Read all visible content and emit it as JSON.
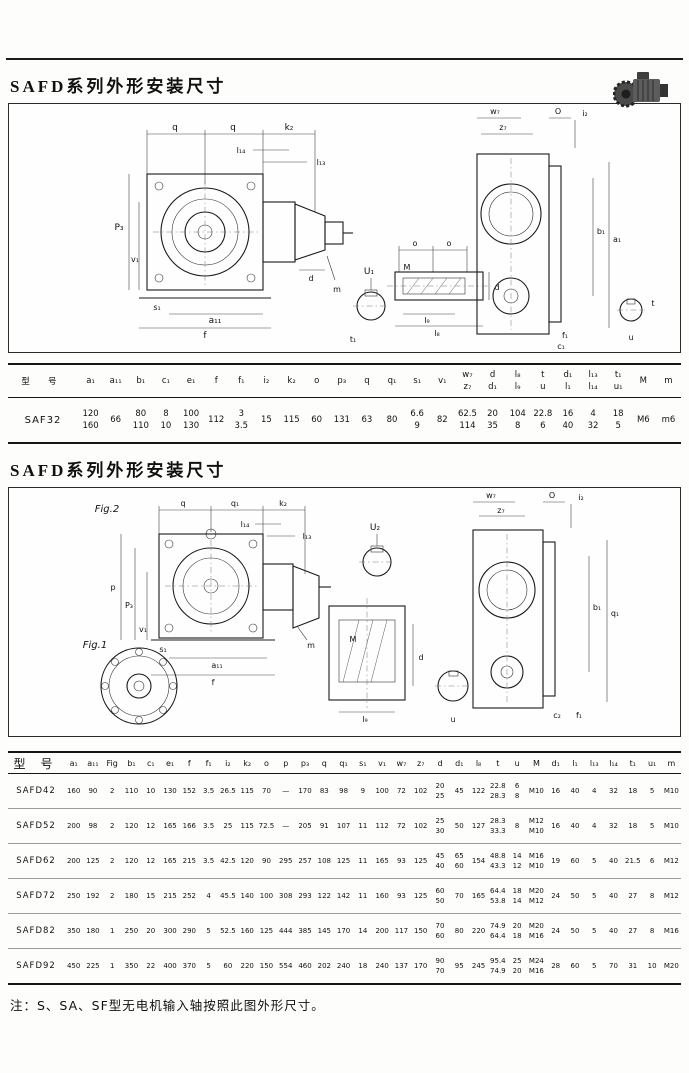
{
  "page": {
    "note": "注：S、SA、SF型无电机输入轴按照此图外形尺寸。"
  },
  "sections": [
    {
      "title": "SAFD系列外形安装尺寸"
    },
    {
      "title": "SAFD系列外形安装尺寸"
    }
  ],
  "diagram1": {
    "labels": {
      "qa": "q",
      "qb": "q",
      "k2": "k₂",
      "l14": "l₁₄",
      "l13": "l₁₃",
      "u1": "U₁",
      "t1": "t₁",
      "p3": "P₃",
      "v1": "v₁",
      "s1": "s₁",
      "a11": "a₁₁",
      "f": "f",
      "d": "d",
      "m": "m",
      "oa": "o",
      "ob": "o",
      "M": "M",
      "l9": "l₉",
      "l8": "l₈",
      "w7": "w₇",
      "z7": "z₇",
      "O": "O",
      "i2": "i₂",
      "b1": "b₁",
      "a1": "a₁",
      "f1": "f₁",
      "c1": "c₁",
      "t": "t",
      "u": "u"
    }
  },
  "diagram2": {
    "labels": {
      "fig2": "Fig.2",
      "fig1": "Fig.1",
      "q": "q",
      "q1": "q₁",
      "k2": "k₂",
      "l13": "l₁₃",
      "l14": "l₁₄",
      "u2": "U₂",
      "p": "p",
      "p3": "P₃",
      "v1": "v₁",
      "s1": "s₁",
      "a11": "a₁₁",
      "f": "f",
      "m": "m",
      "M": "M",
      "l9": "l₉",
      "d": "d",
      "u": "u",
      "w7": "w₇",
      "z7": "z₇",
      "O": "O",
      "i2": "i₂",
      "b1": "b₁",
      "q1r": "q₁",
      "c2": "c₂",
      "f1": "f₁"
    }
  },
  "table1": {
    "model_header": "型 号",
    "columns": [
      {
        "top": "a₁",
        "bottom": ""
      },
      {
        "top": "a₁₁",
        "bottom": ""
      },
      {
        "top": "b₁",
        "bottom": ""
      },
      {
        "top": "c₁",
        "bottom": ""
      },
      {
        "top": "e₁",
        "bottom": ""
      },
      {
        "top": "f",
        "bottom": ""
      },
      {
        "top": "f₁",
        "bottom": ""
      },
      {
        "top": "i₂",
        "bottom": ""
      },
      {
        "top": "k₂",
        "bottom": ""
      },
      {
        "top": "o",
        "bottom": ""
      },
      {
        "top": "p₃",
        "bottom": ""
      },
      {
        "top": "q",
        "bottom": ""
      },
      {
        "top": "q₁",
        "bottom": ""
      },
      {
        "top": "s₁",
        "bottom": ""
      },
      {
        "top": "v₁",
        "bottom": ""
      },
      {
        "top": "w₇",
        "bottom": "z₇"
      },
      {
        "top": "d",
        "bottom": "d₁"
      },
      {
        "top": "l₈",
        "bottom": "l₉"
      },
      {
        "top": "t",
        "bottom": "u"
      },
      {
        "top": "d₁",
        "bottom": "l₁"
      },
      {
        "top": "l₁₃",
        "bottom": "l₁₄"
      },
      {
        "top": "t₁",
        "bottom": "u₁"
      },
      {
        "top": "M",
        "bottom": ""
      },
      {
        "top": "m",
        "bottom": ""
      }
    ],
    "rows": [
      {
        "model": "SAF32",
        "cells": [
          {
            "top": "120",
            "bottom": "160"
          },
          {
            "top": "66",
            "bottom": ""
          },
          {
            "top": "80",
            "bottom": "110"
          },
          {
            "top": "8",
            "bottom": "10"
          },
          {
            "top": "100",
            "bottom": "130"
          },
          {
            "top": "112",
            "bottom": ""
          },
          {
            "top": "3",
            "bottom": "3.5"
          },
          {
            "top": "15",
            "bottom": ""
          },
          {
            "top": "115",
            "bottom": ""
          },
          {
            "top": "60",
            "bottom": ""
          },
          {
            "top": "131",
            "bottom": ""
          },
          {
            "top": "63",
            "bottom": ""
          },
          {
            "top": "80",
            "bottom": ""
          },
          {
            "top": "6.6",
            "bottom": "9"
          },
          {
            "top": "82",
            "bottom": ""
          },
          {
            "top": "62.5",
            "bottom": "114"
          },
          {
            "top": "20",
            "bottom": "35"
          },
          {
            "top": "104",
            "bottom": "8"
          },
          {
            "top": "22.8",
            "bottom": "6"
          },
          {
            "top": "16",
            "bottom": "40"
          },
          {
            "top": "4",
            "bottom": "32"
          },
          {
            "top": "18",
            "bottom": "5"
          },
          {
            "top": "M6",
            "bottom": ""
          },
          {
            "top": "m6",
            "bottom": ""
          }
        ]
      }
    ]
  },
  "table2": {
    "model_header": "型 号",
    "columns": [
      "a₁",
      "a₁₁",
      "Fig",
      "b₁",
      "c₁",
      "e₁",
      "f",
      "f₁",
      "i₂",
      "k₂",
      "o",
      "p",
      "p₃",
      "q",
      "q₁",
      "s₁",
      "v₁",
      "w₇",
      "z₇",
      "d",
      "d₁",
      "l₈",
      "t",
      "u",
      "M",
      "d₁",
      "l₁",
      "l₁₃",
      "l₁₄",
      "t₁",
      "u₁",
      "m"
    ],
    "rows": [
      {
        "model": "SAFD42",
        "cells": [
          [
            "160"
          ],
          [
            "90"
          ],
          [
            "2"
          ],
          [
            "110"
          ],
          [
            "10"
          ],
          [
            "130"
          ],
          [
            "152"
          ],
          [
            "3.5"
          ],
          [
            "26.5"
          ],
          [
            "115"
          ],
          [
            "70"
          ],
          [
            "—"
          ],
          [
            "170"
          ],
          [
            "83"
          ],
          [
            "98"
          ],
          [
            "9"
          ],
          [
            "100"
          ],
          [
            "72"
          ],
          [
            "102"
          ],
          [
            "20",
            "25"
          ],
          [
            "45"
          ],
          [
            "122"
          ],
          [
            "22.8",
            "28.3"
          ],
          [
            "6",
            "8"
          ],
          [
            "M10"
          ],
          [
            "16"
          ],
          [
            "40"
          ],
          [
            "4"
          ],
          [
            "32"
          ],
          [
            "18"
          ],
          [
            "5"
          ],
          [
            "M10"
          ]
        ]
      },
      {
        "model": "SAFD52",
        "cells": [
          [
            "200"
          ],
          [
            "98"
          ],
          [
            "2"
          ],
          [
            "120"
          ],
          [
            "12"
          ],
          [
            "165"
          ],
          [
            "166"
          ],
          [
            "3.5"
          ],
          [
            "25"
          ],
          [
            "115"
          ],
          [
            "72.5"
          ],
          [
            "—"
          ],
          [
            "205"
          ],
          [
            "91"
          ],
          [
            "107"
          ],
          [
            "11"
          ],
          [
            "112"
          ],
          [
            "72"
          ],
          [
            "102"
          ],
          [
            "25",
            "30"
          ],
          [
            "50"
          ],
          [
            "127"
          ],
          [
            "28.3",
            "33.3"
          ],
          [
            "8"
          ],
          [
            "M12",
            "M10"
          ],
          [
            "16"
          ],
          [
            "40"
          ],
          [
            "4"
          ],
          [
            "32"
          ],
          [
            "18"
          ],
          [
            "5"
          ],
          [
            "M10"
          ]
        ]
      },
      {
        "model": "SAFD62",
        "cells": [
          [
            "200"
          ],
          [
            "125"
          ],
          [
            "2"
          ],
          [
            "120"
          ],
          [
            "12"
          ],
          [
            "165"
          ],
          [
            "215"
          ],
          [
            "3.5"
          ],
          [
            "42.5"
          ],
          [
            "120"
          ],
          [
            "90"
          ],
          [
            "295"
          ],
          [
            "257"
          ],
          [
            "108"
          ],
          [
            "125"
          ],
          [
            "11"
          ],
          [
            "165"
          ],
          [
            "93"
          ],
          [
            "125"
          ],
          [
            "45",
            "40"
          ],
          [
            "65",
            "60"
          ],
          [
            "154"
          ],
          [
            "48.8",
            "43.3"
          ],
          [
            "14",
            "12"
          ],
          [
            "M16",
            "M10"
          ],
          [
            "19"
          ],
          [
            "60"
          ],
          [
            "5"
          ],
          [
            "40"
          ],
          [
            "21.5"
          ],
          [
            "6"
          ],
          [
            "M12"
          ]
        ]
      },
      {
        "model": "SAFD72",
        "cells": [
          [
            "250"
          ],
          [
            "192"
          ],
          [
            "2"
          ],
          [
            "180"
          ],
          [
            "15"
          ],
          [
            "215"
          ],
          [
            "252"
          ],
          [
            "4"
          ],
          [
            "45.5"
          ],
          [
            "140"
          ],
          [
            "100"
          ],
          [
            "308"
          ],
          [
            "293"
          ],
          [
            "122"
          ],
          [
            "142"
          ],
          [
            "11"
          ],
          [
            "160"
          ],
          [
            "93"
          ],
          [
            "125"
          ],
          [
            "60",
            "50"
          ],
          [
            "70"
          ],
          [
            "165"
          ],
          [
            "64.4",
            "53.8"
          ],
          [
            "18",
            "14"
          ],
          [
            "M20",
            "M12"
          ],
          [
            "24"
          ],
          [
            "50"
          ],
          [
            "5"
          ],
          [
            "40"
          ],
          [
            "27"
          ],
          [
            "8"
          ],
          [
            "M12"
          ]
        ]
      },
      {
        "model": "SAFD82",
        "cells": [
          [
            "350"
          ],
          [
            "180"
          ],
          [
            "1"
          ],
          [
            "250"
          ],
          [
            "20"
          ],
          [
            "300"
          ],
          [
            "290"
          ],
          [
            "5"
          ],
          [
            "52.5"
          ],
          [
            "160"
          ],
          [
            "125"
          ],
          [
            "444"
          ],
          [
            "385"
          ],
          [
            "145"
          ],
          [
            "170"
          ],
          [
            "14"
          ],
          [
            "200"
          ],
          [
            "117"
          ],
          [
            "150"
          ],
          [
            "70",
            "60"
          ],
          [
            "80"
          ],
          [
            "220"
          ],
          [
            "74.9",
            "64.4"
          ],
          [
            "20",
            "18"
          ],
          [
            "M20",
            "M16"
          ],
          [
            "24"
          ],
          [
            "50"
          ],
          [
            "5"
          ],
          [
            "40"
          ],
          [
            "27"
          ],
          [
            "8"
          ],
          [
            "M16"
          ]
        ]
      },
      {
        "model": "SAFD92",
        "cells": [
          [
            "450"
          ],
          [
            "225"
          ],
          [
            "1"
          ],
          [
            "350"
          ],
          [
            "22"
          ],
          [
            "400"
          ],
          [
            "370"
          ],
          [
            "5"
          ],
          [
            "60"
          ],
          [
            "220"
          ],
          [
            "150"
          ],
          [
            "554"
          ],
          [
            "460"
          ],
          [
            "202"
          ],
          [
            "240"
          ],
          [
            "18"
          ],
          [
            "240"
          ],
          [
            "137"
          ],
          [
            "170"
          ],
          [
            "90",
            "70"
          ],
          [
            "95"
          ],
          [
            "245"
          ],
          [
            "95.4",
            "74.9"
          ],
          [
            "25",
            "20"
          ],
          [
            "M24",
            "M16"
          ],
          [
            "28"
          ],
          [
            "60"
          ],
          [
            "5"
          ],
          [
            "70"
          ],
          [
            "31"
          ],
          [
            "10"
          ],
          [
            "M20"
          ]
        ]
      }
    ]
  }
}
